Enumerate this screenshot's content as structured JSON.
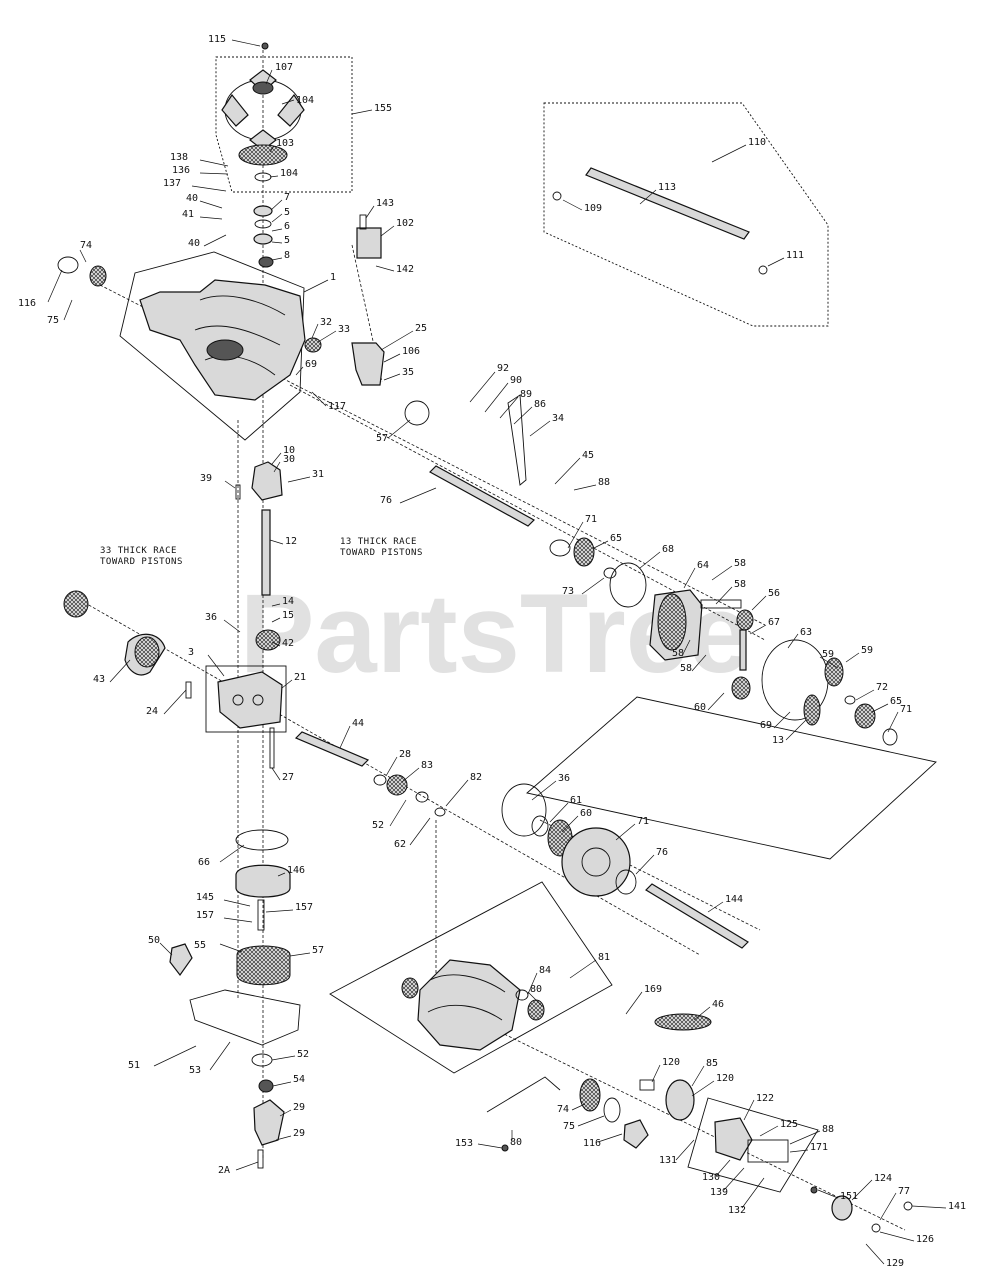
{
  "watermark": "PartsTree",
  "notes": {
    "thick_race_1": "13 THICK RACE",
    "thick_race_1b": "TOWARD PISTONS",
    "thick_race_2": "33 THICK RACE",
    "thick_race_2b": "TOWARD PISTONS"
  },
  "callouts": [
    "115",
    "107",
    "104",
    "155",
    "103",
    "104",
    "138",
    "136",
    "137",
    "40",
    "41",
    "40",
    "7",
    "5",
    "6",
    "5",
    "8",
    "143",
    "102",
    "142",
    "74",
    "116",
    "75",
    "1",
    "33",
    "32",
    "25",
    "106",
    "35",
    "69",
    "117",
    "92",
    "90",
    "89",
    "86",
    "34",
    "57",
    "10",
    "30",
    "31",
    "39",
    "12",
    "76",
    "45",
    "88",
    "71",
    "65",
    "73",
    "68",
    "64",
    "58",
    "58",
    "56",
    "58",
    "58",
    "67",
    "63",
    "59",
    "59",
    "72",
    "65",
    "71",
    "60",
    "69",
    "13",
    "14",
    "15",
    "42",
    "36",
    "3",
    "21",
    "43",
    "24",
    "44",
    "27",
    "28",
    "83",
    "82",
    "52",
    "62",
    "36",
    "61",
    "60",
    "71",
    "76",
    "144",
    "66",
    "146",
    "145",
    "157",
    "157",
    "55",
    "57",
    "50",
    "51",
    "53",
    "52",
    "54",
    "29",
    "29",
    "2A",
    "81",
    "84",
    "80",
    "169",
    "46",
    "120",
    "85",
    "120",
    "122",
    "74",
    "75",
    "116",
    "153",
    "80",
    "131",
    "125",
    "88",
    "171",
    "130",
    "139",
    "132",
    "151",
    "124",
    "77",
    "141",
    "126",
    "129",
    "110",
    "113",
    "109",
    "111"
  ]
}
